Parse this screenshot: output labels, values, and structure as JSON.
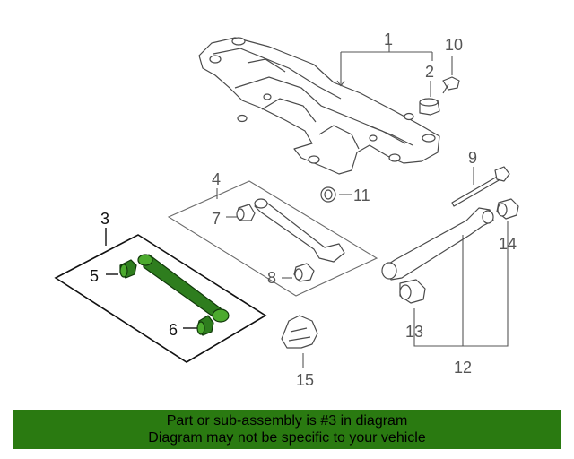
{
  "diagram": {
    "callouts": {
      "c1": "1",
      "c2": "2",
      "c3": "3",
      "c4": "4",
      "c5": "5",
      "c6": "6",
      "c7": "7",
      "c8": "8",
      "c9": "9",
      "c10": "10",
      "c11": "11",
      "c12": "12",
      "c13": "13",
      "c14": "14",
      "c15": "15"
    },
    "highlight_color": "#2e7d1e"
  },
  "banner": {
    "line1": "Part or sub-assembly is #3 in diagram",
    "line2": "Diagram may not be specific to your vehicle",
    "background": "#2a7a11"
  }
}
